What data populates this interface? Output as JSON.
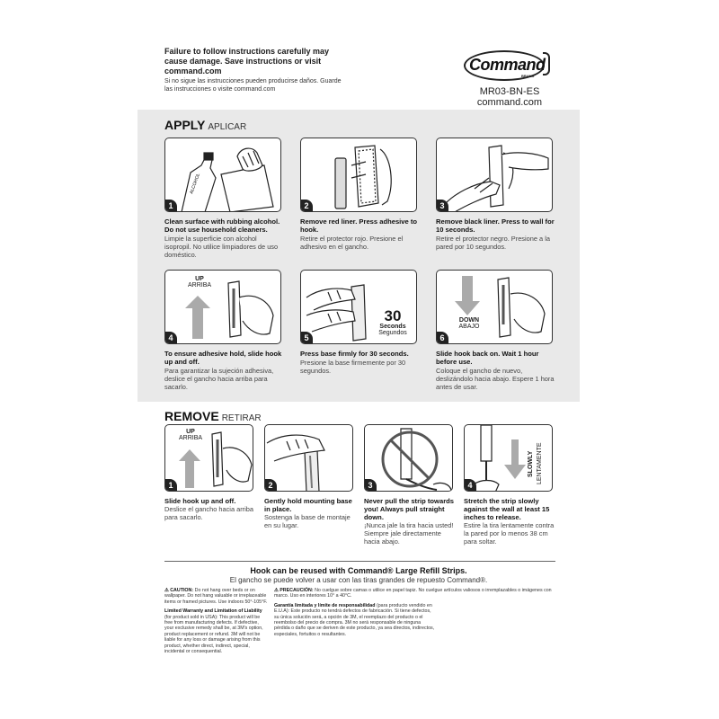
{
  "header": {
    "warning_en": "Failure to follow instructions carefully may cause damage. Save instructions or visit command.com",
    "warning_es": "Si no sigue las instrucciones pueden producirse daños. Guarde las instrucciones o visite command.com",
    "brand": "Command",
    "brand_sub": "BRAND",
    "model": "MR03-BN-ES",
    "website": "command.com"
  },
  "apply": {
    "title": "APPLY",
    "title_es": "APLICAR",
    "steps": [
      {
        "num": "1",
        "en": "Clean surface with rubbing alcohol. Do not use household cleaners.",
        "es": "Limpie la superficie con alcohol isopropil. No utilice limpiadores de uso doméstico.",
        "bottle_label": "ALCOHOL"
      },
      {
        "num": "2",
        "en": "Remove red liner. Press adhesive to hook.",
        "es": "Retire el protector rojo. Presione el adhesivo en el gancho."
      },
      {
        "num": "3",
        "en": "Remove black liner. Press to wall for 10 seconds.",
        "es": "Retire el protector negro. Presione a la pared por 10 segundos."
      },
      {
        "num": "4",
        "en": "To ensure adhesive hold, slide hook up and off.",
        "es": "Para garantizar la sujeción adhesiva, deslice el gancho hacia arriba para sacarlo.",
        "label_en": "UP",
        "label_es": "ARRIBA"
      },
      {
        "num": "5",
        "en": "Press base firmly for 30 seconds.",
        "es": "Presione la base firmemente por 30 segundos.",
        "label_num": "30",
        "label_en": "Seconds",
        "label_es": "Segundos"
      },
      {
        "num": "6",
        "en": "Slide hook back on. Wait 1 hour before use.",
        "es": "Coloque el gancho de nuevo, deslizándolo hacia abajo. Espere 1 hora antes de usar.",
        "label_en": "DOWN",
        "label_es": "ABAJO"
      }
    ]
  },
  "remove": {
    "title": "REMOVE",
    "title_es": "RETIRAR",
    "steps": [
      {
        "num": "1",
        "en": "Slide hook up and off.",
        "es": "Deslice el gancho hacia arriba para sacarlo.",
        "label_en": "UP",
        "label_es": "ARRIBA"
      },
      {
        "num": "2",
        "en": "Gently hold mounting base in place.",
        "es": "Sostenga la base de montaje en su lugar."
      },
      {
        "num": "3",
        "en": "Never pull the strip towards you! Always pull straight down.",
        "es": "¡Nunca jale la tira hacia usted! Siempre jale directamente hacia abajo."
      },
      {
        "num": "4",
        "en": "Stretch the strip slowly against the wall at least 15 inches to release.",
        "es": "Estire la tira lentamente contra la pared por lo menos 38 cm para soltar.",
        "label_en": "SLOWLY",
        "label_es": "LENTAMENTE"
      }
    ]
  },
  "reuse": {
    "en": "Hook can be reused with Command® Large Refill Strips.",
    "es": "El gancho se puede volver a usar con las tiras grandes de repuesto Command®."
  },
  "fine_print": {
    "caution_title": "CAUTION:",
    "caution_text": "Do not hang over beds or on wallpaper. Do not hang valuable or irreplaceable items or framed pictures. Use indoors 50°-105°F.",
    "warranty_title": "Limited Warranty and Limitation of Liability",
    "warranty_text": "(for product sold in USA): This product will be free from manufacturing defects. If defective, your exclusive remedy shall be, at 3M's option, product replacement or refund. 3M will not be liable for any loss or damage arising from this product, whether direct, indirect, special, incidental or consequential.",
    "precaucion_title": "PRECAUCIÓN:",
    "precaucion_text": "No cuelgue sobre camas o utilice en papel tapiz. No cuelgue artículos valiosos o irremplazables o imágenes con marco. Uso en interiores 10° a 40°C.",
    "garantia_title": "Garantía limitada y límite de responsabilidad",
    "garantia_text": "(para producto vendido en E.U.A): Este producto no tendrá defectos de fabricación. Si tiene defectos, su única solución será, a opción de 3M, el reemplazo del producto o el reembolso del precio de compra. 3M no será responsable de ninguna pérdida o daño que se deriven de este producto, ya sea directos, indirectos, especiales, fortuitos o resultantes."
  }
}
